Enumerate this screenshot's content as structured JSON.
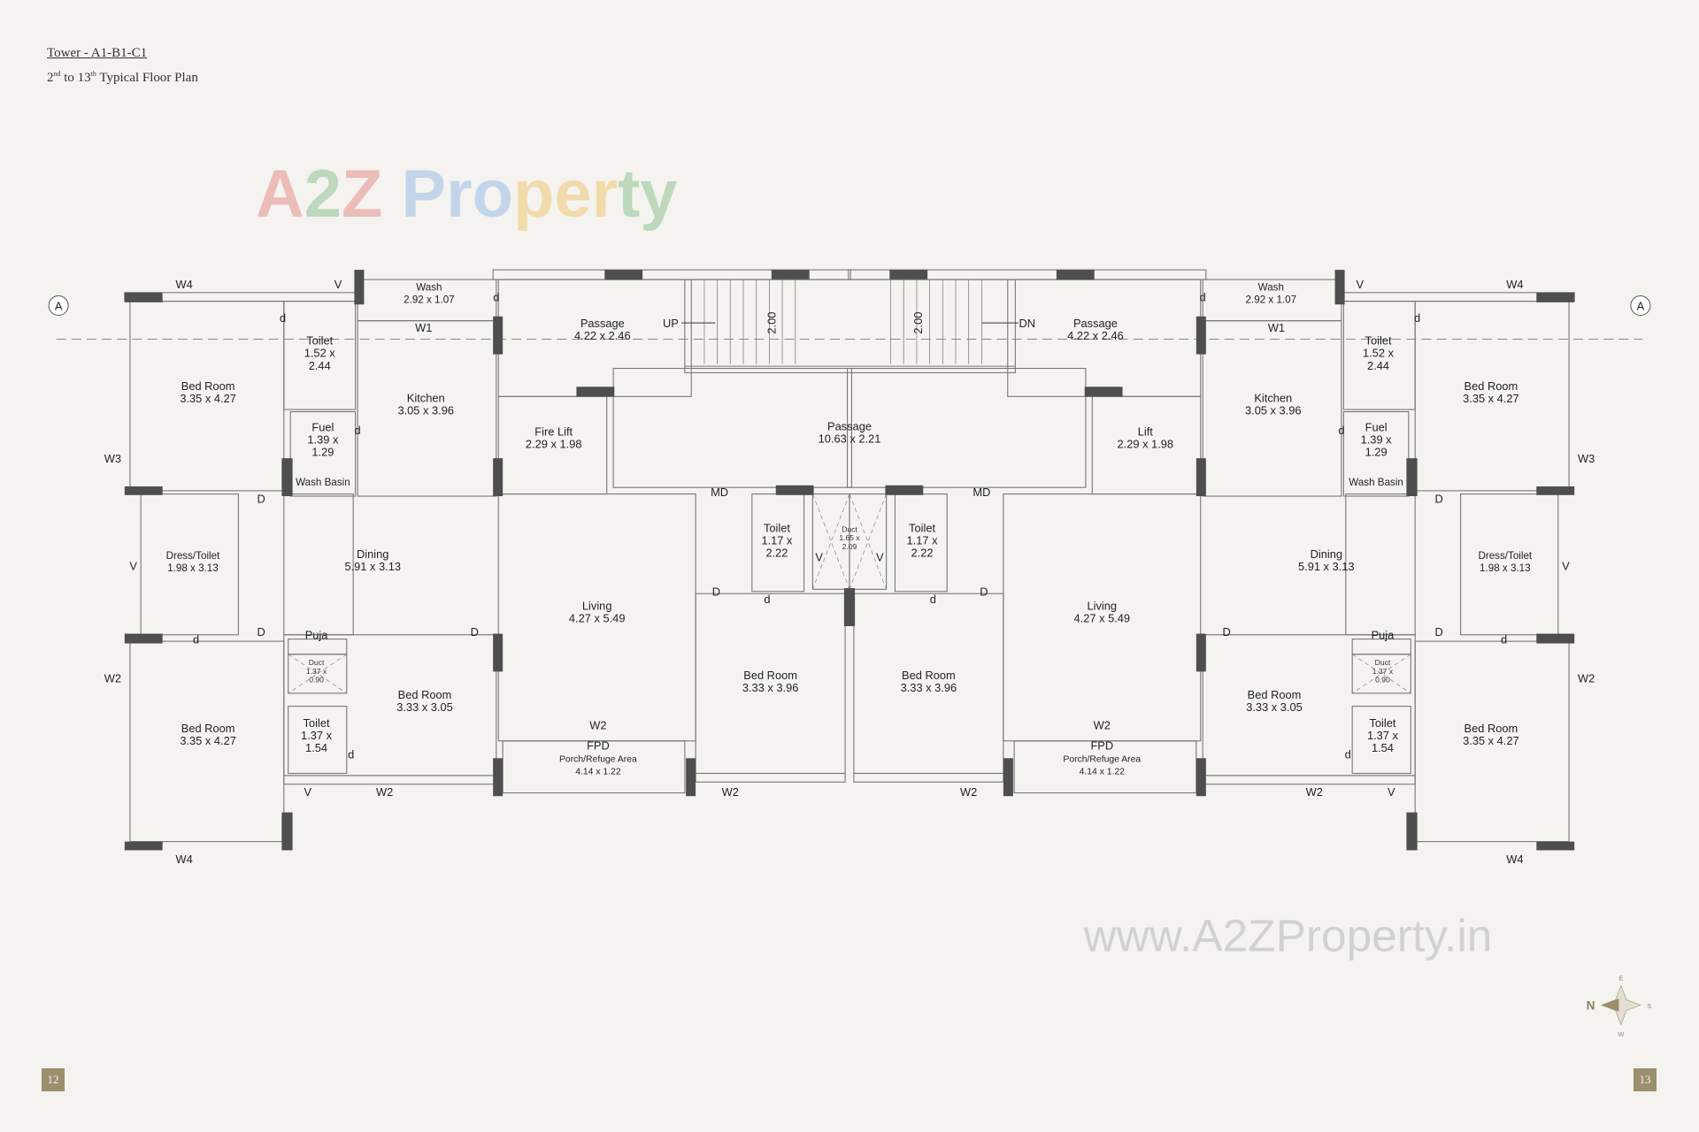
{
  "header": {
    "title": "Tower - A1-B1-C1",
    "subtitle_num1": "2",
    "subtitle_sup1": "nd",
    "subtitle_mid": " to 13",
    "subtitle_sup2": "th",
    "subtitle_rest": " Typical Floor Plan"
  },
  "pages": {
    "left": "12",
    "right": "13"
  },
  "compass": {
    "n": "N",
    "e": "E",
    "s": "S",
    "w": "W"
  },
  "watermarks": {
    "logo": "A2Z Property",
    "url": "www.A2ZProperty.in"
  },
  "section_marker": "A",
  "markers": {
    "w1": "W1",
    "w2": "W2",
    "w3": "W3",
    "w4": "W4",
    "v": "V",
    "door_small": "d",
    "door_large": "D",
    "main_door": "MD",
    "up": "UP",
    "dn": "DN",
    "stair_width": "2.00"
  },
  "rooms": [
    {
      "name": "Wash",
      "size": "2.92 x 1.07"
    },
    {
      "name": "Passage",
      "size": "4.22 x 2.46"
    },
    {
      "name": "Toilet",
      "size": "1.52 x",
      "size2": "2.44"
    },
    {
      "name": "Bed Room",
      "size": "3.35 x 4.27"
    },
    {
      "name": "Kitchen",
      "size": "3.05 x 3.96"
    },
    {
      "name": "Fuel",
      "size": "1.39 x",
      "size2": "1.29"
    },
    {
      "name": "Wash Basin"
    },
    {
      "name": "Fire Lift",
      "size": "2.29 x 1.98"
    },
    {
      "name": "Passage",
      "size": "10.63 x 2.21"
    },
    {
      "name": "Dress/Toilet",
      "size": "1.98 x 3.13"
    },
    {
      "name": "Dining",
      "size": "5.91 x 3.13"
    },
    {
      "name": "Toilet",
      "size": "1.17 x",
      "size2": "2.22"
    },
    {
      "name": "Duct",
      "size": "1.65 x",
      "size2": "2.09"
    },
    {
      "name": "Toilet",
      "size": "1.17 x",
      "size2": "2.22"
    },
    {
      "name": "Living",
      "size": "4.27 x 5.49"
    },
    {
      "name": "Puja"
    },
    {
      "name": "Duct",
      "size": "1.37 x",
      "size2": "0.90"
    },
    {
      "name": "Bed Room",
      "size": "3.33 x 3.05"
    },
    {
      "name": "Bed Room",
      "size": "3.33 x 3.96"
    },
    {
      "name": "Bed Room",
      "size": "3.33 x 3.96"
    },
    {
      "name": "Bed Room",
      "size": "3.35 x 4.27"
    },
    {
      "name": "Toilet",
      "size": "1.37 x",
      "size2": "1.54"
    },
    {
      "name": "FPD",
      "size": "Porch/Refuge Area",
      "size2": "4.14 x 1.22"
    },
    {
      "name": "Wash",
      "size": "2.92 x 1.07"
    },
    {
      "name": "Passage",
      "size": "4.22 x 2.46"
    },
    {
      "name": "Toilet",
      "size": "1.52 x",
      "size2": "2.44"
    },
    {
      "name": "Bed Room",
      "size": "3.35 x 4.27"
    },
    {
      "name": "Kitchen",
      "size": "3.05 x 3.96"
    },
    {
      "name": "Fuel",
      "size": "1.39 x",
      "size2": "1.29"
    },
    {
      "name": "Wash Basin"
    },
    {
      "name": "Lift",
      "size": "2.29 x 1.98"
    },
    {
      "name": "Dress/Toilet",
      "size": "1.98 x 3.13"
    },
    {
      "name": "Dining",
      "size": "5.91 x 3.13"
    },
    {
      "name": "Living",
      "size": "4.27 x 5.49"
    },
    {
      "name": "Puja"
    },
    {
      "name": "Duct",
      "size": "1.37 x",
      "size2": "0.90"
    },
    {
      "name": "Bed Room",
      "size": "3.33 x 3.05"
    },
    {
      "name": "Bed Room",
      "size": "3.35 x 4.27"
    },
    {
      "name": "Toilet",
      "size": "1.37 x",
      "size2": "1.54"
    },
    {
      "name": "FPD",
      "size": "Porch/Refuge Area",
      "size2": "4.14 x 1.22"
    }
  ],
  "colors": {
    "background": "#f4f3ef",
    "accent": "#9b8f6c",
    "wall_dark": "#4e4e4e"
  }
}
